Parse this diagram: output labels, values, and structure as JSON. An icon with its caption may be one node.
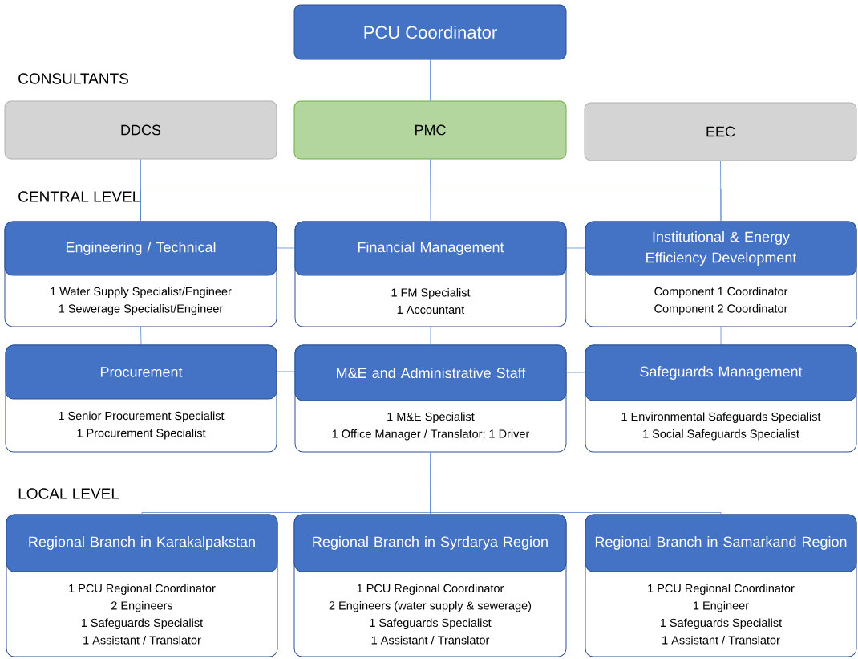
{
  "diagram": {
    "nodes": [
      {
        "text": [
          "PCU Coordinator"
        ]
      },
      {
        "text": [
          "DDCS"
        ]
      },
      {
        "text": [
          "PMC"
        ]
      },
      {
        "text": [
          "EEC"
        ]
      },
      {
        "text": [
          "Engineering / Technical",
          "1 Water Supply Specialist/Engineer",
          "1 Sewerage Specialist/Engineer"
        ]
      },
      {
        "text": [
          "Financial Management",
          "1 FM Specialist",
          "1 Accountant"
        ]
      },
      {
        "text": [
          "Institutional & Energy Efficiency Development",
          "Component 1 Coordinator",
          "Component 2 Coordinator"
        ]
      },
      {
        "text": [
          "Procurement",
          "1 Senior Procurement Specialist",
          "1 Procurement Specialist"
        ]
      },
      {
        "text": [
          "M&E and Administrative Staff",
          "1 M&E Specialist",
          "1 Office Manager / Translator; 1 Driver"
        ]
      },
      {
        "text": [
          "Safeguards Management",
          "1 Environmental Safeguards Specialist",
          "1 Social Safeguards Specialist"
        ]
      },
      {
        "text": [
          "Regional Branch in Karakalpakstan",
          "1 PCU Regional Coordinator",
          "2 Engineers",
          "1 Safeguards Specialist",
          "1 Assistant / Translator"
        ]
      },
      {
        "text": [
          "Regional Branch in Syrdarya Region",
          "1 PCU Regional Coordinator",
          "2 Engineers (water supply & sewerage)",
          "1 Safeguards Specialist",
          "1 Assistant / Translator"
        ]
      },
      {
        "text": [
          "Regional Branch in Samarkand Region",
          "1 PCU Regional Coordinator",
          "1 Engineer",
          "1 Safeguards Specialist",
          "1 Assistant / Translator"
        ]
      }
    ],
    "edges": [
      {
        "from": 0,
        "to": 2,
        "arrow": "none"
      },
      {
        "from": 2,
        "to": 5,
        "arrow": "none"
      },
      {
        "from": 1,
        "to": 4,
        "arrow": "none"
      },
      {
        "from": 3,
        "to": 6,
        "arrow": "none"
      },
      {
        "from": 4,
        "to": 6,
        "arrow": "none"
      },
      {
        "from": 4,
        "to": 5,
        "arrow": "none"
      },
      {
        "from": 5,
        "to": 6,
        "arrow": "none"
      },
      {
        "from": 4,
        "to": 7,
        "arrow": "none"
      },
      {
        "from": 5,
        "to": 8,
        "arrow": "none"
      },
      {
        "from": 6,
        "to": 9,
        "arrow": "none"
      },
      {
        "from": 7,
        "to": 8,
        "arrow": "none"
      },
      {
        "from": 8,
        "to": 9,
        "arrow": "none"
      },
      {
        "from": 8,
        "to": 10,
        "arrow": "none"
      },
      {
        "from": 8,
        "to": 11,
        "arrow": "none"
      },
      {
        "from": 8,
        "to": 12,
        "arrow": "none"
      }
    ],
    "labels": [
      "CONSULTANTS",
      "CENTRAL LEVEL",
      "LOCAL LEVEL"
    ]
  }
}
